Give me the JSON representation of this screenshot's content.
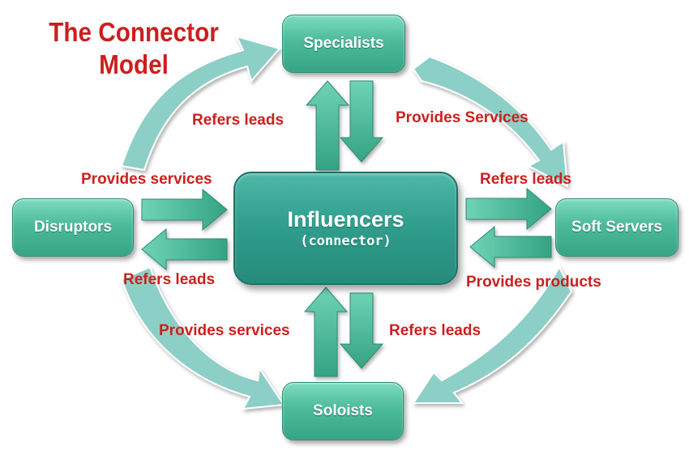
{
  "title": {
    "line1": "The Connector",
    "line2": "Model"
  },
  "nodes": {
    "center": {
      "label": "Influencers",
      "sublabel": "(connector)"
    },
    "top": {
      "label": "Specialists"
    },
    "left": {
      "label": "Disruptors"
    },
    "right": {
      "label": "Soft Servers"
    },
    "bottom": {
      "label": "Soloists"
    }
  },
  "labels": {
    "top_left": "Refers leads",
    "top_right": "Provides Services",
    "left_top": "Provides services",
    "left_bottom": "Refers leads",
    "right_top": "Refers leads",
    "right_bottom": "Provides products",
    "bottom_left": "Provides services",
    "bottom_right": "Refers leads"
  },
  "colors": {
    "accent_text": "#cc1f1f",
    "node_fill": "#4cbb99",
    "center_fill": "#2f9d8c",
    "arrow_fill": "#4cbb99",
    "curved_arrow_fill": "#8ccfc6"
  }
}
